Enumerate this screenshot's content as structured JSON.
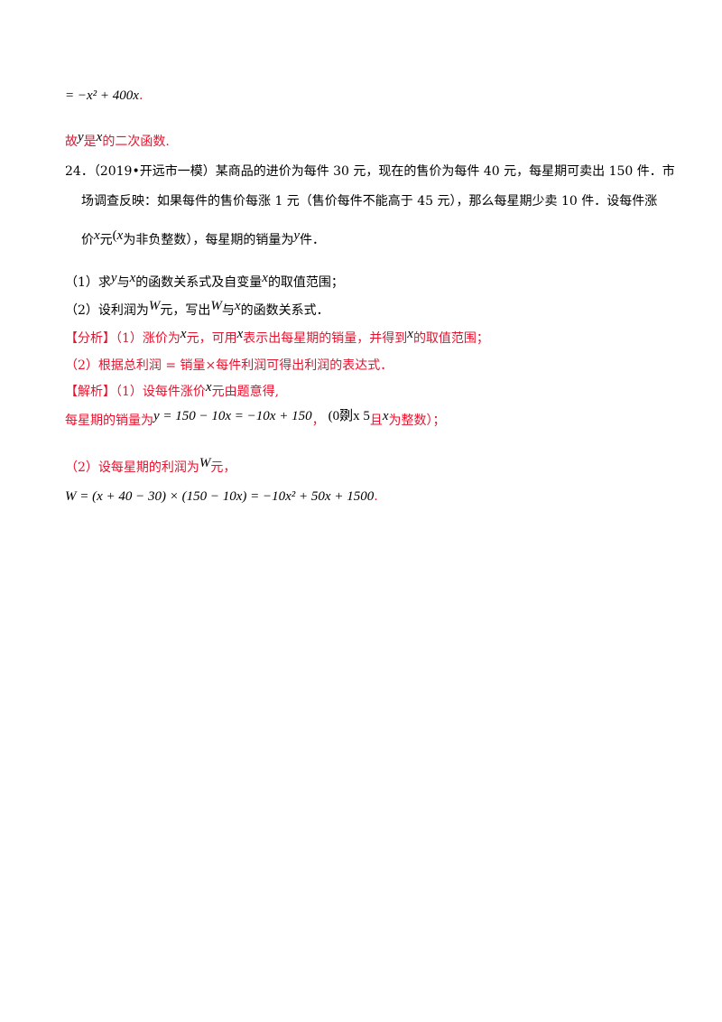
{
  "colors": {
    "answer_red": "#e8112d",
    "text": "#000000"
  },
  "l1": {
    "expr": "= −x² + 400x",
    "dot": "."
  },
  "l2": {
    "t1": "故",
    "v1": "y",
    "t2": "是",
    "v2": "x",
    "t3": "的二次函数."
  },
  "q24": {
    "line1": "24．（2019•开远市一模）某商品的进价为每件 30 元，现在的售价为每件 40 元，每星期可卖出 150 件．市",
    "line2": "场调查反映：如果每件的售价每涨 1 元（售价每件不能高于 45 元），那么每星期少卖 10 件．设每件涨",
    "line3": {
      "t1": "价",
      "v1": "x",
      "t2": "元",
      "p": "(",
      "v2": "x",
      "t3": "为非负整数），每星期的销量为",
      "v3": "y",
      "t4": "件．"
    }
  },
  "p1": {
    "t1": "（1）求",
    "v1": "y",
    "t2": "与",
    "v2": "x",
    "t3": "的函数关系式及自变量",
    "v3": "x",
    "t4": "的取值范围；"
  },
  "p2": {
    "t1": "（2）设利润为",
    "v1": "W",
    "t2": "元，写出",
    "v2": "W",
    "t3": "与",
    "v3": "x",
    "t4": "的函数关系式．"
  },
  "a1": {
    "t1": "【分析】（1）涨价为",
    "v1": "x",
    "t2": "元，可用",
    "v2": "x",
    "t3": "表示出每星期的销量，并得到",
    "v3": "x",
    "t4": "的取值范围；"
  },
  "a2": {
    "t1": "（2）根据总利润 = 销量×每件利润可得出利润的表达式．"
  },
  "s1": {
    "t1": "【解析】（1）设每件涨价",
    "v1": "x",
    "t2": "元由题意得,"
  },
  "s2": {
    "t1": "每星期的销量为",
    "expr": "y = 150 − 10x = −10x + 150",
    "t2": "，",
    "range": "(0剟x  5",
    "t3": "且",
    "v1": "x",
    "t4": "为整数）；"
  },
  "s3": {
    "t1": "（2）设每星期的利润为",
    "v1": "W",
    "t2": "元，"
  },
  "s4": {
    "expr": "W = (x + 40 − 30) × (150 − 10x) = −10x² + 50x + 1500",
    "dot": "."
  }
}
